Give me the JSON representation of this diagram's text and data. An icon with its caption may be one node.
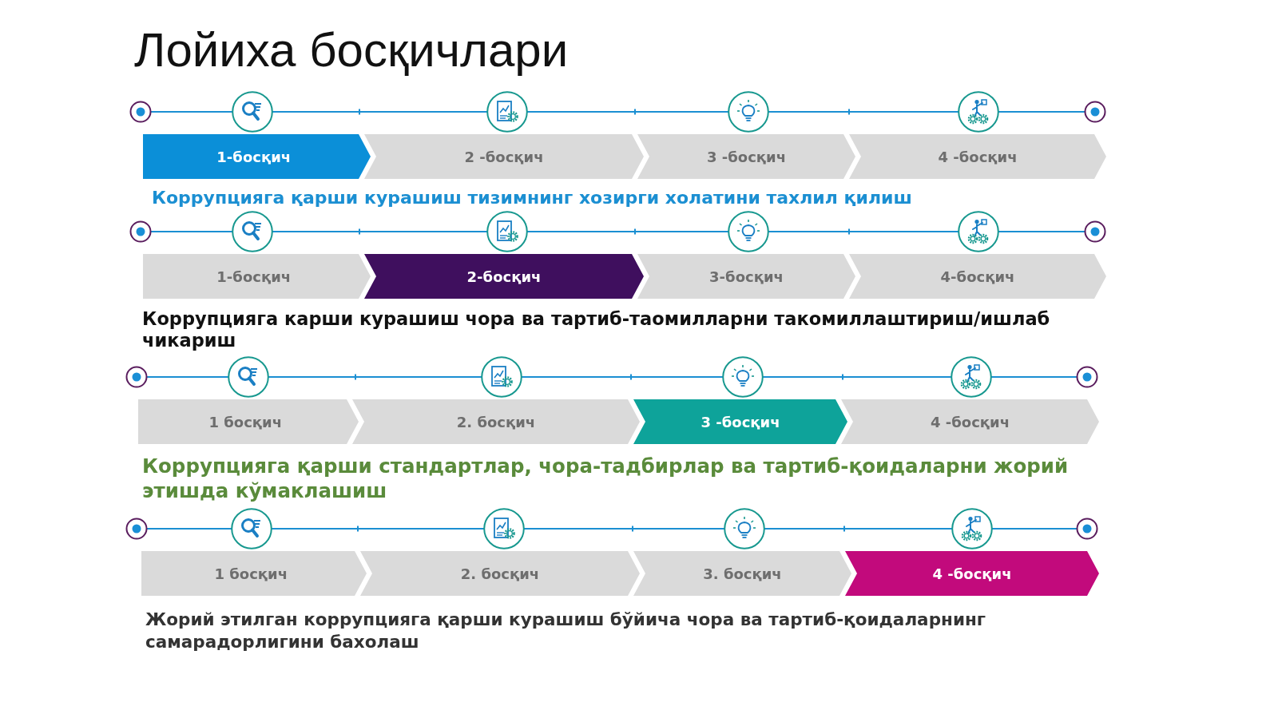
{
  "diagram": {
    "title": "Лойиха босқичлари",
    "nodes": [
      {
        "text": [],
        "shape": "circle"
      },
      {
        "text": [],
        "shape": "picture"
      },
      {
        "text": [],
        "shape": "picture"
      },
      {
        "text": [],
        "shape": "picture"
      },
      {
        "text": [],
        "shape": "picture"
      },
      {
        "text": [],
        "shape": "circle"
      },
      {
        "text": [
          "1-босқич"
        ]
      },
      {
        "text": [
          "2 -босқич"
        ]
      },
      {
        "text": [
          "3 -босқич"
        ]
      },
      {
        "text": [
          "4 -босқич"
        ]
      },
      {
        "text": [],
        "shape": "circle"
      },
      {
        "text": [],
        "shape": "picture"
      },
      {
        "text": [],
        "shape": "picture"
      },
      {
        "text": [],
        "shape": "picture"
      },
      {
        "text": [],
        "shape": "picture"
      },
      {
        "text": [],
        "shape": "circle"
      },
      {
        "text": [
          "1-босқич"
        ]
      },
      {
        "text": [
          "2-босқич"
        ]
      },
      {
        "text": [
          "3-босқич"
        ]
      },
      {
        "text": [
          "4-босқич"
        ]
      },
      {
        "text": [],
        "shape": "circle"
      },
      {
        "text": [],
        "shape": "picture"
      },
      {
        "text": [],
        "shape": "picture"
      },
      {
        "text": [],
        "shape": "picture"
      },
      {
        "text": [],
        "shape": "picture"
      },
      {
        "text": [],
        "shape": "circle"
      },
      {
        "text": [
          "1 босқич"
        ]
      },
      {
        "text": [
          "2. босқич"
        ]
      },
      {
        "text": [
          "3 -босқич"
        ]
      },
      {
        "text": [
          "4 -босқич"
        ]
      },
      {
        "text": [],
        "shape": "circle"
      },
      {
        "text": [],
        "shape": "picture"
      },
      {
        "text": [],
        "shape": "picture"
      },
      {
        "text": [],
        "shape": "picture"
      },
      {
        "text": [],
        "shape": "picture"
      },
      {
        "text": [],
        "shape": "circle"
      },
      {
        "text": [
          "1 босқич"
        ]
      },
      {
        "text": [
          "2. босқич"
        ]
      },
      {
        "text": [
          "3. босқич"
        ]
      },
      {
        "text": [
          "4 -босқич"
        ]
      }
    ],
    "edges": [
      {
        "from": 0,
        "to": 1,
        "arrow": "none"
      },
      {
        "from": 1,
        "to": 2,
        "arrow": "none"
      },
      {
        "from": 2,
        "to": 3,
        "arrow": "none"
      },
      {
        "from": 3,
        "to": 4,
        "arrow": "none"
      },
      {
        "from": 4,
        "to": 5,
        "arrow": "none"
      },
      {
        "from": 10,
        "to": 11,
        "arrow": "none"
      },
      {
        "from": 11,
        "to": 12,
        "arrow": "none"
      },
      {
        "from": 12,
        "to": 13,
        "arrow": "none"
      },
      {
        "from": 13,
        "to": 14,
        "arrow": "none"
      },
      {
        "from": 14,
        "to": 15,
        "arrow": "none"
      },
      {
        "from": 20,
        "to": 21,
        "arrow": "none"
      },
      {
        "from": 21,
        "to": 22,
        "arrow": "none"
      },
      {
        "from": 22,
        "to": 23,
        "arrow": "none"
      },
      {
        "from": 23,
        "to": 24,
        "arrow": "none"
      },
      {
        "from": 24,
        "to": 25,
        "arrow": "none"
      },
      {
        "from": 30,
        "to": 31,
        "arrow": "none"
      },
      {
        "from": 31,
        "to": 32,
        "arrow": "none"
      },
      {
        "from": 32,
        "to": 33,
        "arrow": "none"
      },
      {
        "from": 33,
        "to": 34,
        "arrow": "none"
      },
      {
        "from": 34,
        "to": 35,
        "arrow": "none"
      }
    ],
    "labels": [
      "Коррупцияга қарши курашиш тизимнинг хозирги холатини тахлил қилиш",
      "Коррупцияга карши курашиш чора ва тартиб-таомилларни такомиллаштириш/ишлаб чикариш",
      "Коррупцияга қарши стандартлар, чора-тадбирлар ва тартиб-қоидаларни жорий этишда кўмаклашиш",
      "Жорий этилган коррупцияга қарши курашиш бўйича чора ва тартиб-қоидаларнинг самарадорлигини бахолаш"
    ]
  }
}
